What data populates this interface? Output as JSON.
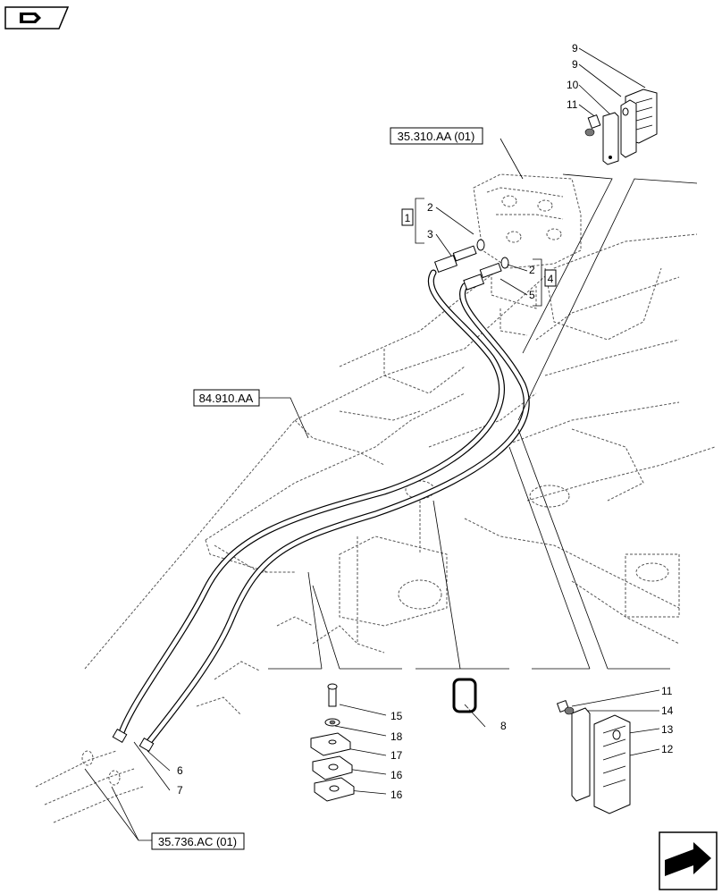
{
  "title": "",
  "icons": {
    "top_left": "book-navigation-icon",
    "bottom_right": "next-page-arrow-icon"
  },
  "references": {
    "valve": "35.310.AA (01)",
    "boom": "84.910.AA",
    "coupler": "35.736.AC (01)"
  },
  "kits": {
    "left": "1",
    "right": "4"
  },
  "callouts": {
    "c9a": "9",
    "c9b": "9",
    "c10": "10",
    "c11_top": "11",
    "c2_left": "2",
    "c3": "3",
    "c2_right": "2",
    "c5": "5",
    "c6": "6",
    "c7": "7",
    "c8": "8",
    "c11_bot": "11",
    "c12": "12",
    "c13": "13",
    "c14": "14",
    "c15": "15",
    "c16a": "16",
    "c16b": "16",
    "c17": "17",
    "c18": "18"
  }
}
